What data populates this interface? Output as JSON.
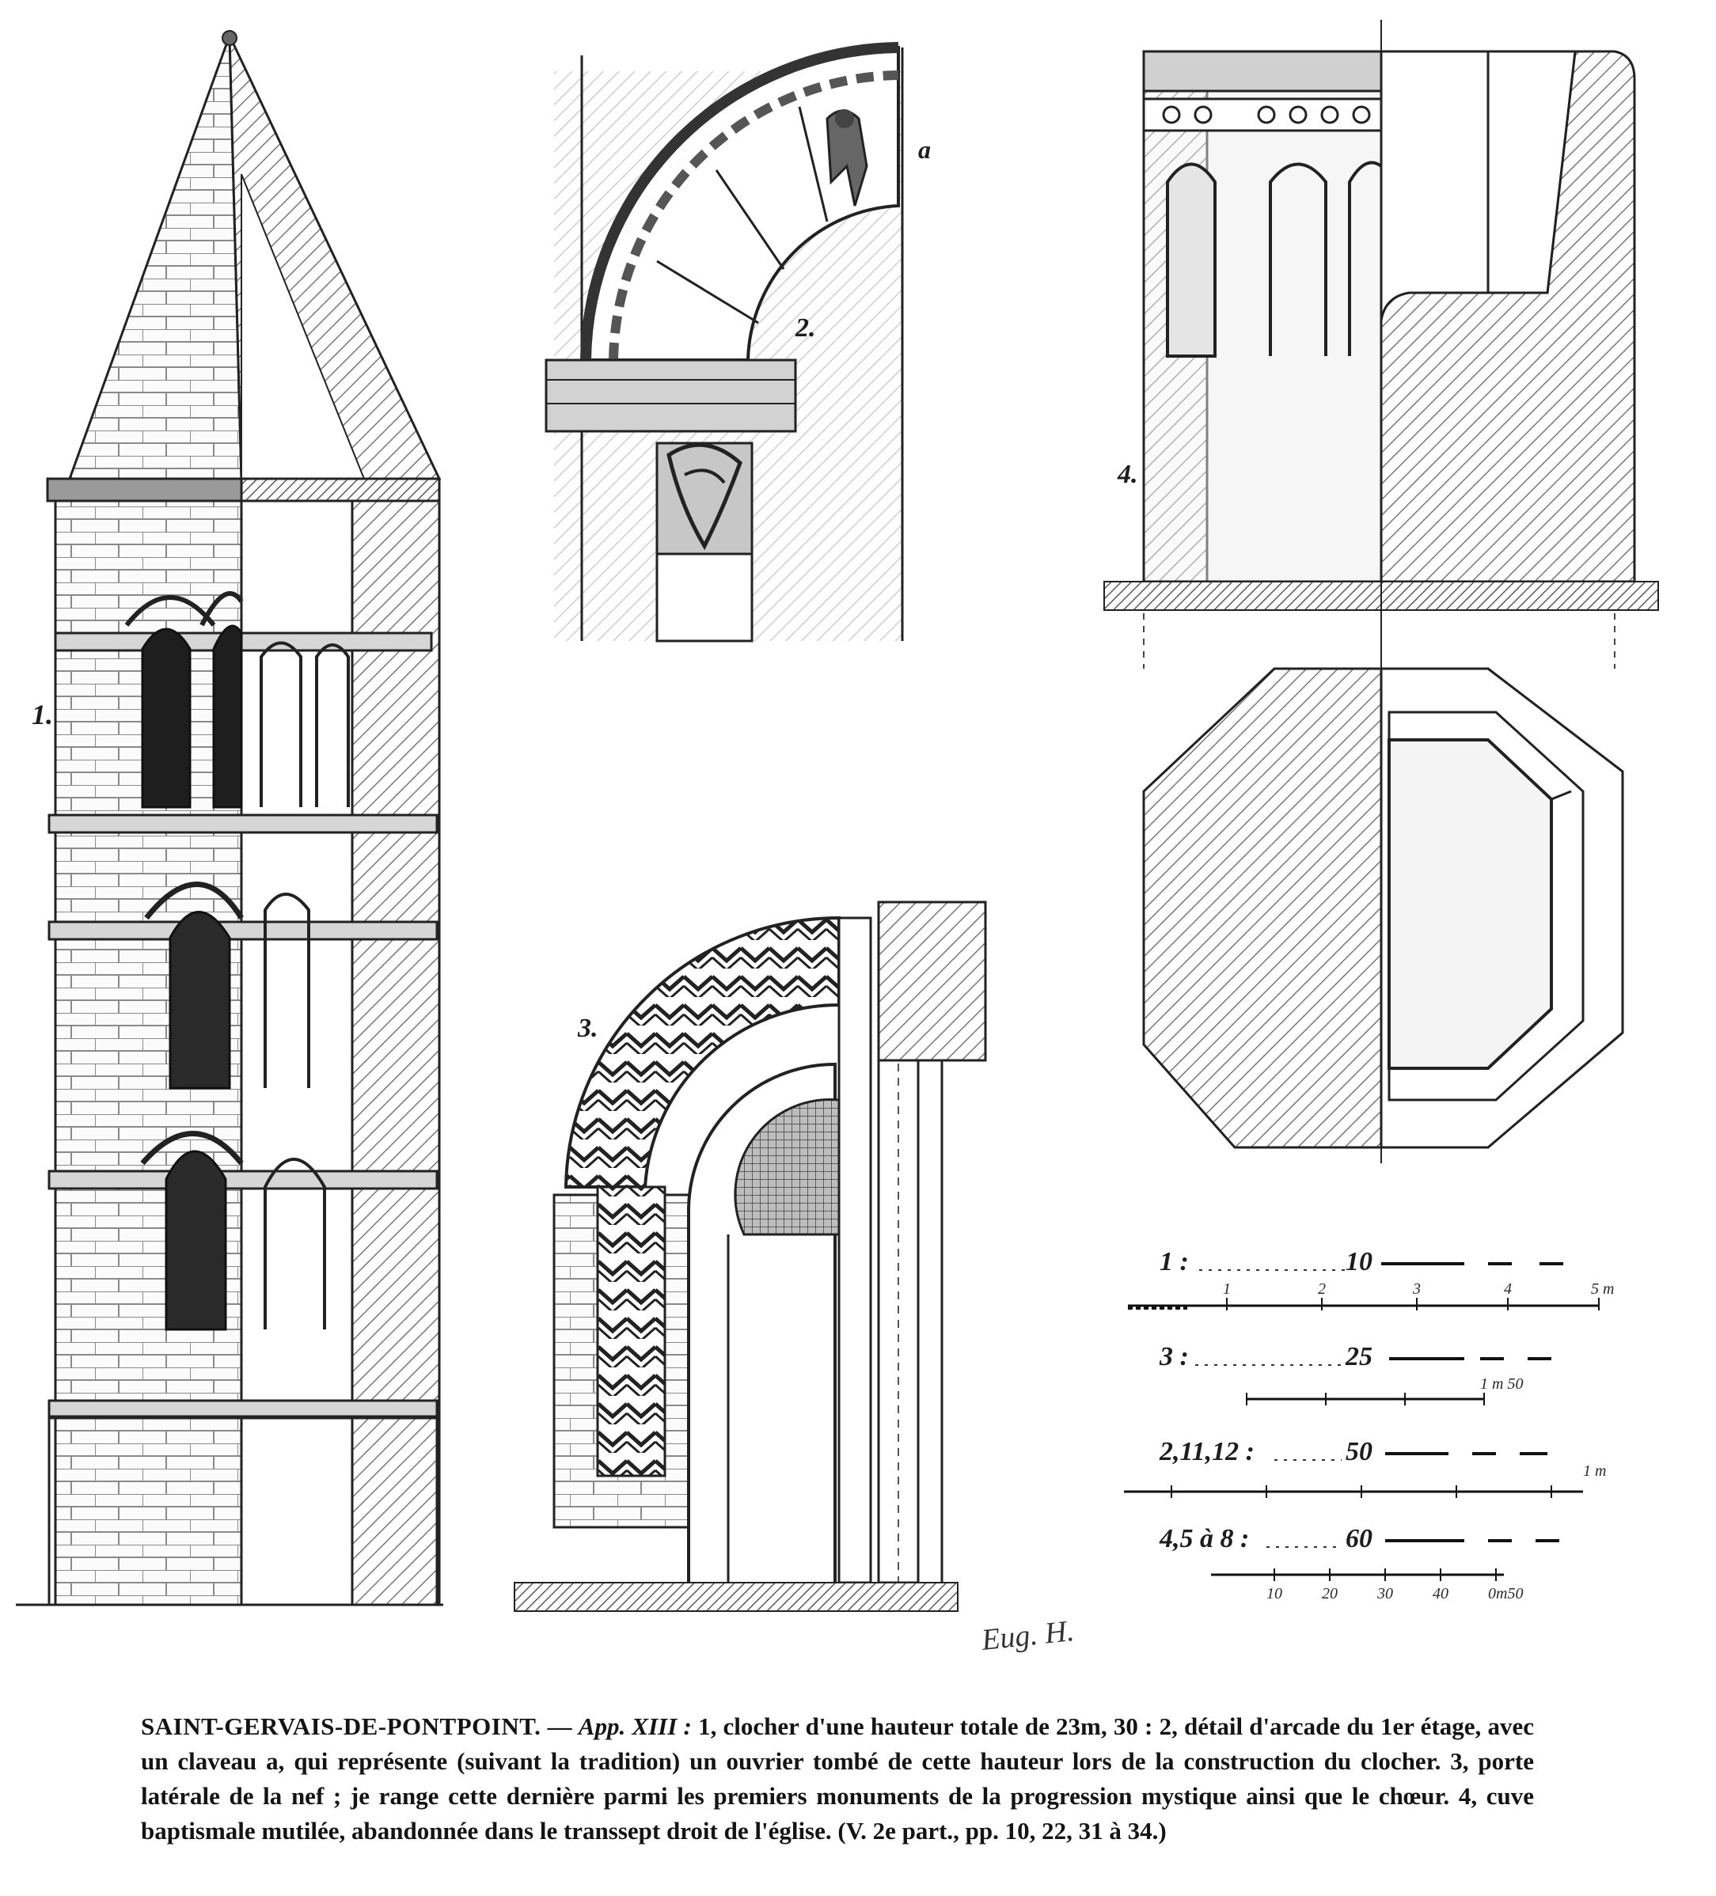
{
  "figure_labels": {
    "fig1": "1.",
    "fig2": "2.",
    "fig3": "3.",
    "fig4": "4.",
    "claveau": "a"
  },
  "scales": [
    {
      "label": "1 :",
      "value": "10",
      "ticks": [
        "1",
        "2",
        "3",
        "4",
        "5 m"
      ]
    },
    {
      "label": "3 :",
      "value": "25",
      "ticks": [
        "1 m 50"
      ]
    },
    {
      "label": "2,11,12 :",
      "value": "50",
      "ticks": [
        "1 m"
      ]
    },
    {
      "label": "4,5 à 8 :",
      "value": "60",
      "ticks": [
        "10",
        "20",
        "30",
        "40",
        "0m50"
      ]
    }
  ],
  "signature": "Eug. H.",
  "caption": {
    "title": "SAINT-GERVAIS-DE-PONTPOINT.",
    "dash": "—",
    "app": "App. XIII :",
    "body": "1, clocher d'une hauteur totale de 23m, 30 : 2, détail d'arcade du 1er étage, avec un claveau a, qui représente (suivant la tradition) un ouvrier tombé de cette hauteur lors de la construction du clocher. 3, porte latérale de la nef ; je range cette dernière parmi les premiers monuments de la progression mystique ainsi que le chœur. 4, cuve baptismale mutilée, abandonnée dans le transsept droit de l'église. (V. 2e part., pp. 10, 22, 31 à 34.)"
  }
}
